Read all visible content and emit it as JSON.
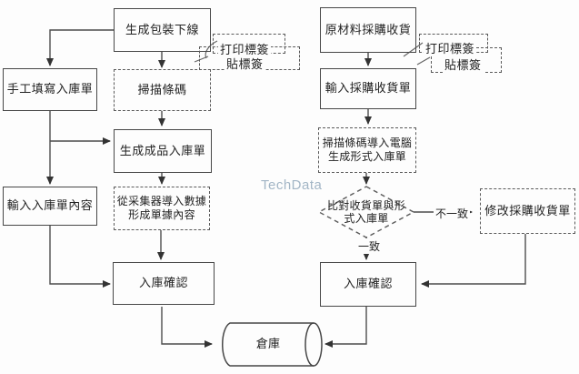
{
  "watermark": "TechData",
  "colors": {
    "line": "#4d4d4d",
    "text": "#222222",
    "watermark": "#a3b6c6",
    "background": "#fdfdfd"
  },
  "nodes": {
    "generate_packaging_offline": "生成包裝下線",
    "manual_fill_warehouse_order": "手工填寫入庫單",
    "scan_barcode": "掃描條碼",
    "generate_finished_goods_order": "生成成品入庫單",
    "enter_warehouse_order_content": "輸入入庫單內容",
    "import_collector_data": "從采集器導入數據\n形成單據內容",
    "warehouse_confirm_left": "入庫確認",
    "raw_material_purchase_receiving": "原材料採購收貨",
    "enter_purchase_receipt": "輸入採購收貨單",
    "scan_barcode_to_computer": "掃描條碼導入電腦\n生成形式入庫單",
    "compare_receipt_decision": "比對收貨單與形\n式入庫單",
    "modify_purchase_receipt": "修改採購收貨單",
    "warehouse_confirm_right": "入庫確認",
    "warehouse": "倉庫"
  },
  "annotations": {
    "left_print_label": "打印標簽",
    "left_stick_label": "貼標簽",
    "right_print_label": "打印標簽",
    "right_stick_label": "貼標簽"
  },
  "edge_labels": {
    "mismatch": "不一致",
    "match": "一致"
  }
}
